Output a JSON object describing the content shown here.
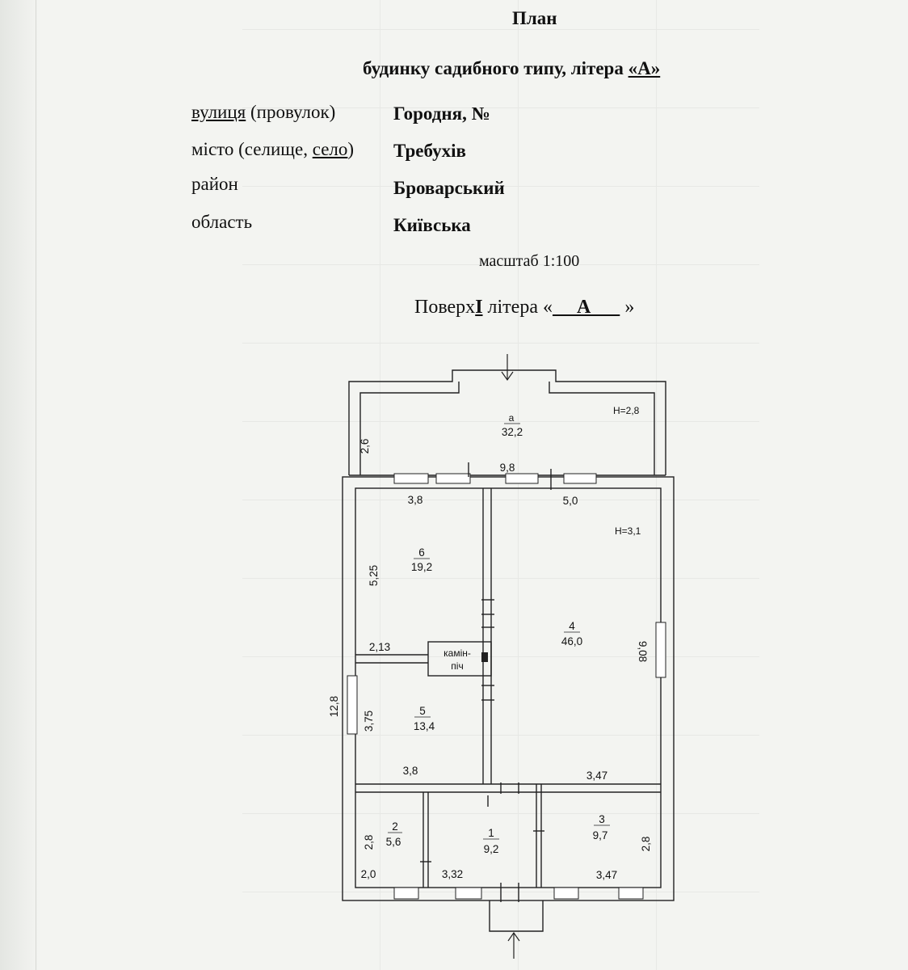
{
  "header": {
    "title": "План",
    "subtitle_prefix": "будинку садибного типу, літера",
    "subtitle_letter": "«А»"
  },
  "address": {
    "street_label_a": "вулиця",
    "street_label_b": " (провулок)",
    "street_value": "Городня,  №",
    "city_label_a": "місто (селище, ",
    "city_label_b": "село",
    "city_label_c": ")",
    "city_value": "Требухів",
    "district_label": "район",
    "district_value": "Броварський",
    "region_label": "область",
    "region_value": "Київська"
  },
  "scale": "масштаб 1:100",
  "floor": {
    "prefix": "Поверх",
    "number": "I",
    "middle": " літера «",
    "letter": "     А      ",
    "suffix": " »"
  },
  "plan": {
    "rooms": [
      {
        "num": "а",
        "area": "32,2"
      },
      {
        "num": "6",
        "area": "19,2"
      },
      {
        "num": "4",
        "area": "46,0"
      },
      {
        "num": "5",
        "area": "13,4"
      },
      {
        "num": "2",
        "area": "5,6"
      },
      {
        "num": "1",
        "area": "9,2"
      },
      {
        "num": "3",
        "area": "9,7"
      }
    ],
    "heights": [
      "H=2,8",
      "H=3,1"
    ],
    "fireplace": [
      "камін-",
      "піч"
    ],
    "dims": {
      "terrace_depth": "2,6",
      "total_width": "9,8",
      "r6_width": "3,8",
      "r4_width": "5,0",
      "r6_depth": "5,25",
      "fire_wall": "2,13",
      "total_depth": "12,8",
      "r4_depth": "9,08",
      "r5_depth": "3,75",
      "r5_width": "3,8",
      "r3_top": "3,47",
      "r2_depth": "2,8",
      "r3_depth": "2,8",
      "r2_width": "2,0",
      "r1_width": "3,32",
      "r3_width": "3,47"
    }
  }
}
